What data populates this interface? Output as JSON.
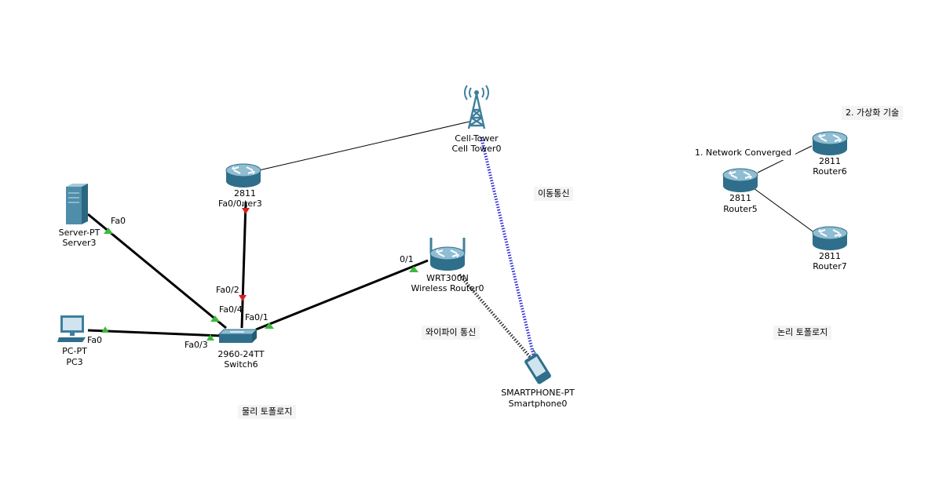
{
  "devices": {
    "cell_tower": {
      "model": "Cell-Tower",
      "name": "Cell Tower0"
    },
    "router3": {
      "model": "2811",
      "name": "Router3",
      "port_label": "Fa0/0"
    },
    "server3": {
      "model": "Server-PT",
      "name": "Server3"
    },
    "pc3": {
      "model": "PC-PT",
      "name": "PC3"
    },
    "switch6": {
      "model": "2960-24TT",
      "name": "Switch6"
    },
    "wireless_router0": {
      "model": "WRT300N",
      "name": "Wireless Router0"
    },
    "smartphone0": {
      "model": "SMARTPHONE-PT",
      "name": "Smartphone0"
    },
    "router5": {
      "model": "2811",
      "name": "Router5"
    },
    "router6": {
      "model": "2811",
      "name": "Router6"
    },
    "router7": {
      "model": "2811",
      "name": "Router7"
    }
  },
  "ports": {
    "server_fa0": "Fa0",
    "pc_fa0": "Fa0",
    "switch_fa0_2": "Fa0/2",
    "switch_fa0_4": "Fa0/4",
    "switch_fa0_1": "Fa0/1",
    "switch_fa0_3": "Fa0/3",
    "wrt_0_1": "0/1"
  },
  "notes": {
    "mobile_comm": "이동통신",
    "wifi_comm": "와이파이 통신",
    "physical_topology": "물리 토폴로지",
    "network_converged": "1. Network Converged",
    "virtualization": "2. 가상화 기술",
    "logical_topology": "논리 토폴로지"
  },
  "colors": {
    "device_blue": "#3e7f9c",
    "device_light": "#c7dde6",
    "link_up": "#3cb93c",
    "link_down": "#d81e1e",
    "wireless_blue": "#2b2bd8",
    "note_bg": "#f4f4f4"
  }
}
